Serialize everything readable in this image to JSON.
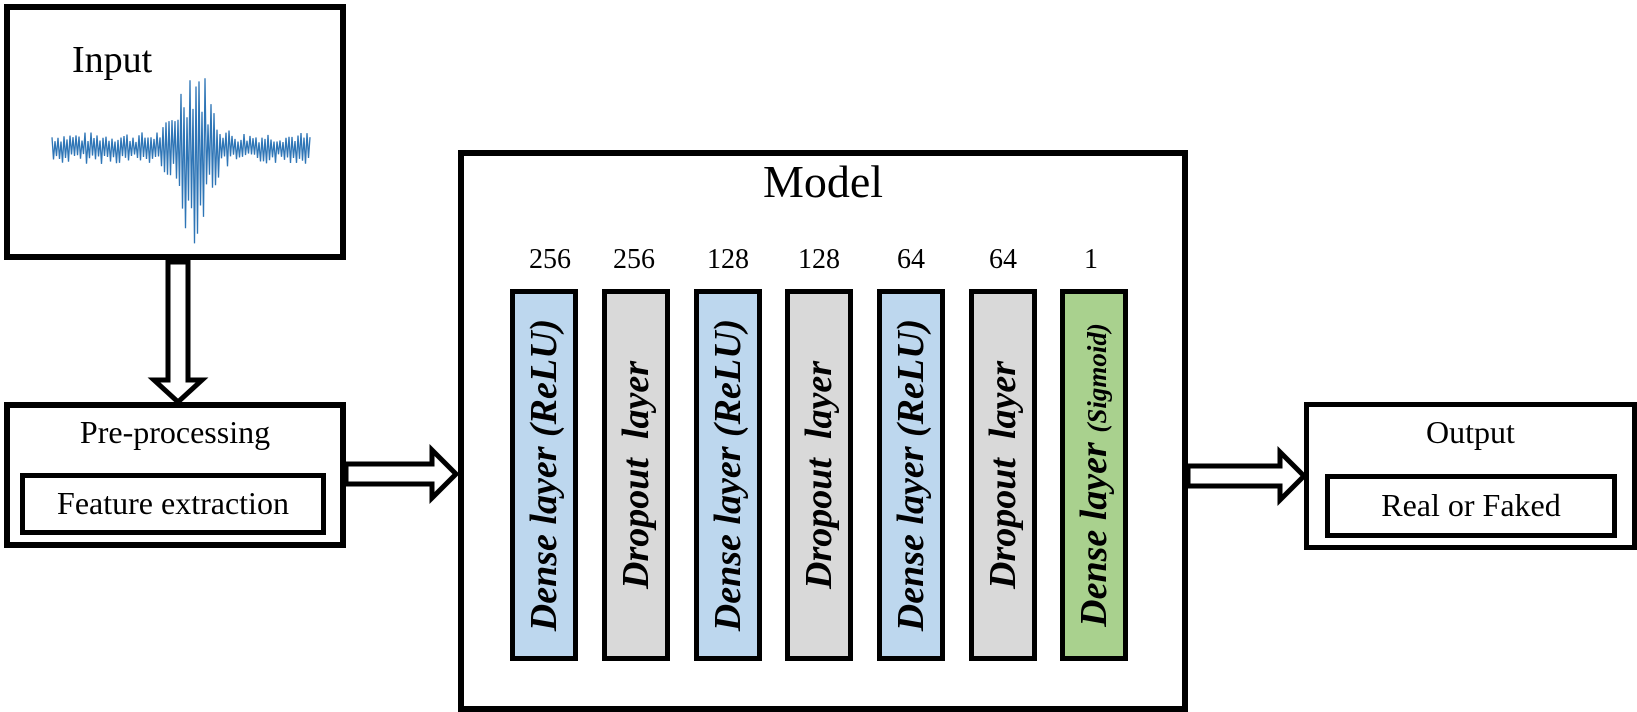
{
  "input": {
    "label": "Input"
  },
  "preprocessing": {
    "title": "Pre-processing",
    "step": "Feature extraction"
  },
  "model": {
    "title": "Model",
    "layers": [
      {
        "units": "256",
        "name": "Dense layer",
        "activation": "(ReLU)",
        "kind": "dense"
      },
      {
        "units": "256",
        "name": "Dropout  layer",
        "activation": "",
        "kind": "dropout"
      },
      {
        "units": "128",
        "name": "Dense layer",
        "activation": "(ReLU)",
        "kind": "dense"
      },
      {
        "units": "128",
        "name": "Dropout  layer",
        "activation": "",
        "kind": "dropout"
      },
      {
        "units": "64",
        "name": "Dense layer",
        "activation": "(ReLU)",
        "kind": "dense"
      },
      {
        "units": "64",
        "name": "Dropout  layer",
        "activation": "",
        "kind": "dropout"
      },
      {
        "units": "1",
        "name": "Dense layer",
        "activation": "(Sigmoid)",
        "kind": "output"
      }
    ]
  },
  "output": {
    "title": "Output",
    "result": "Real or Faked"
  },
  "colors": {
    "dense": "#bdd7ee",
    "dropout": "#d9d9d9",
    "output": "#a9d18e",
    "waveform": "#2e75b6"
  }
}
